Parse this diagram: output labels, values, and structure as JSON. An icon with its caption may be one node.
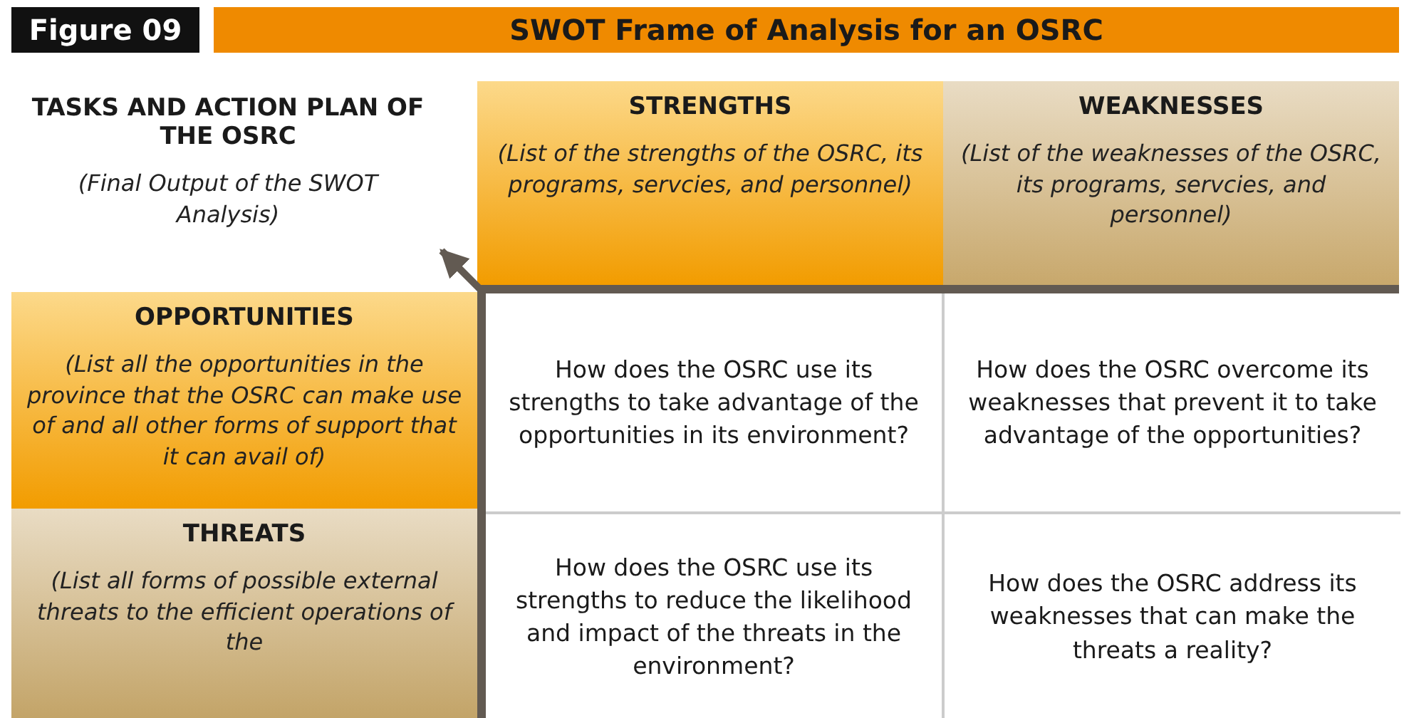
{
  "diagram": {
    "title": "SWOT Frame of Analysis for an OSRC",
    "labels": [
      "Figure 09"
    ],
    "nodes": [
      {
        "text": [
          "TASKS AND ACTION PLAN OF THE OSRC",
          "(Final Output of the SWOT Analysis)"
        ]
      },
      {
        "text": [
          "STRENGTHS",
          "(List of the strengths of the OSRC, its programs, servcies, and personnel)"
        ]
      },
      {
        "text": [
          "WEAKNESSES",
          "(List of the weaknesses of the OSRC, its programs, servcies, and personnel)"
        ]
      },
      {
        "text": [
          "OPPORTUNITIES",
          "(List all the opportunities in the province that the OSRC can make use of and all other forms of support that it can avail of)"
        ]
      },
      {
        "text": [
          "THREATS",
          "(List all forms of possible external threats to the efficient operations of the"
        ]
      },
      {
        "text": [],
        "shape": "box"
      },
      {
        "text": [
          "How does the OSRC use its strengths to take advantage of the opportunities in its environment?"
        ],
        "in": 5
      },
      {
        "text": [
          "How does the OSRC overcome its weaknesses that prevent it to take advantage of the opportunities?"
        ],
        "in": 5
      },
      {
        "text": [
          "How does the OSRC use its strengths to reduce the likelihood and impact of the threats in the environment?"
        ],
        "in": 5
      },
      {
        "text": [
          "How does the OSRC address its weaknesses that can make the threats a reality?"
        ],
        "in": 5
      }
    ],
    "edges": [
      {
        "from": 5,
        "to": 0,
        "arrow": "to"
      }
    ]
  }
}
